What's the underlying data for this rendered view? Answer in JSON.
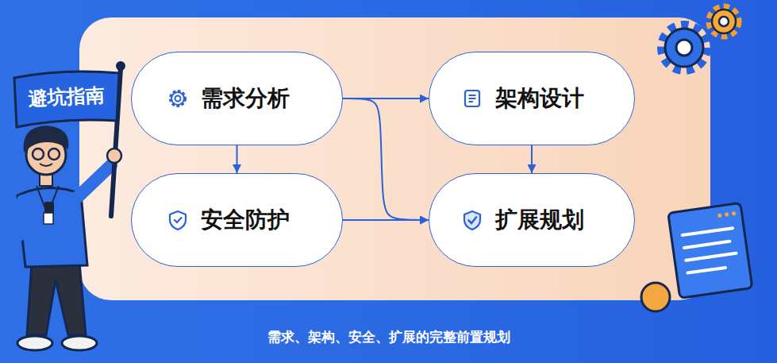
{
  "diagram": {
    "caption": "需求、架构、安全、扩展的完整前置规划",
    "nodes": [
      {
        "text": [
          "需求分析"
        ]
      },
      {
        "text": [
          "架构设计"
        ]
      },
      {
        "text": [
          "安全防护"
        ]
      },
      {
        "text": [
          "扩展规划"
        ]
      }
    ],
    "edges": [
      {
        "from": 0,
        "to": 1,
        "arrow": "to"
      },
      {
        "from": 0,
        "to": 3,
        "arrow": "to"
      },
      {
        "from": 0,
        "to": 2,
        "arrow": "to"
      },
      {
        "from": 1,
        "to": 3,
        "arrow": "to"
      },
      {
        "from": 2,
        "to": 3,
        "arrow": "to"
      }
    ],
    "labels": [
      "避坑指南"
    ]
  }
}
